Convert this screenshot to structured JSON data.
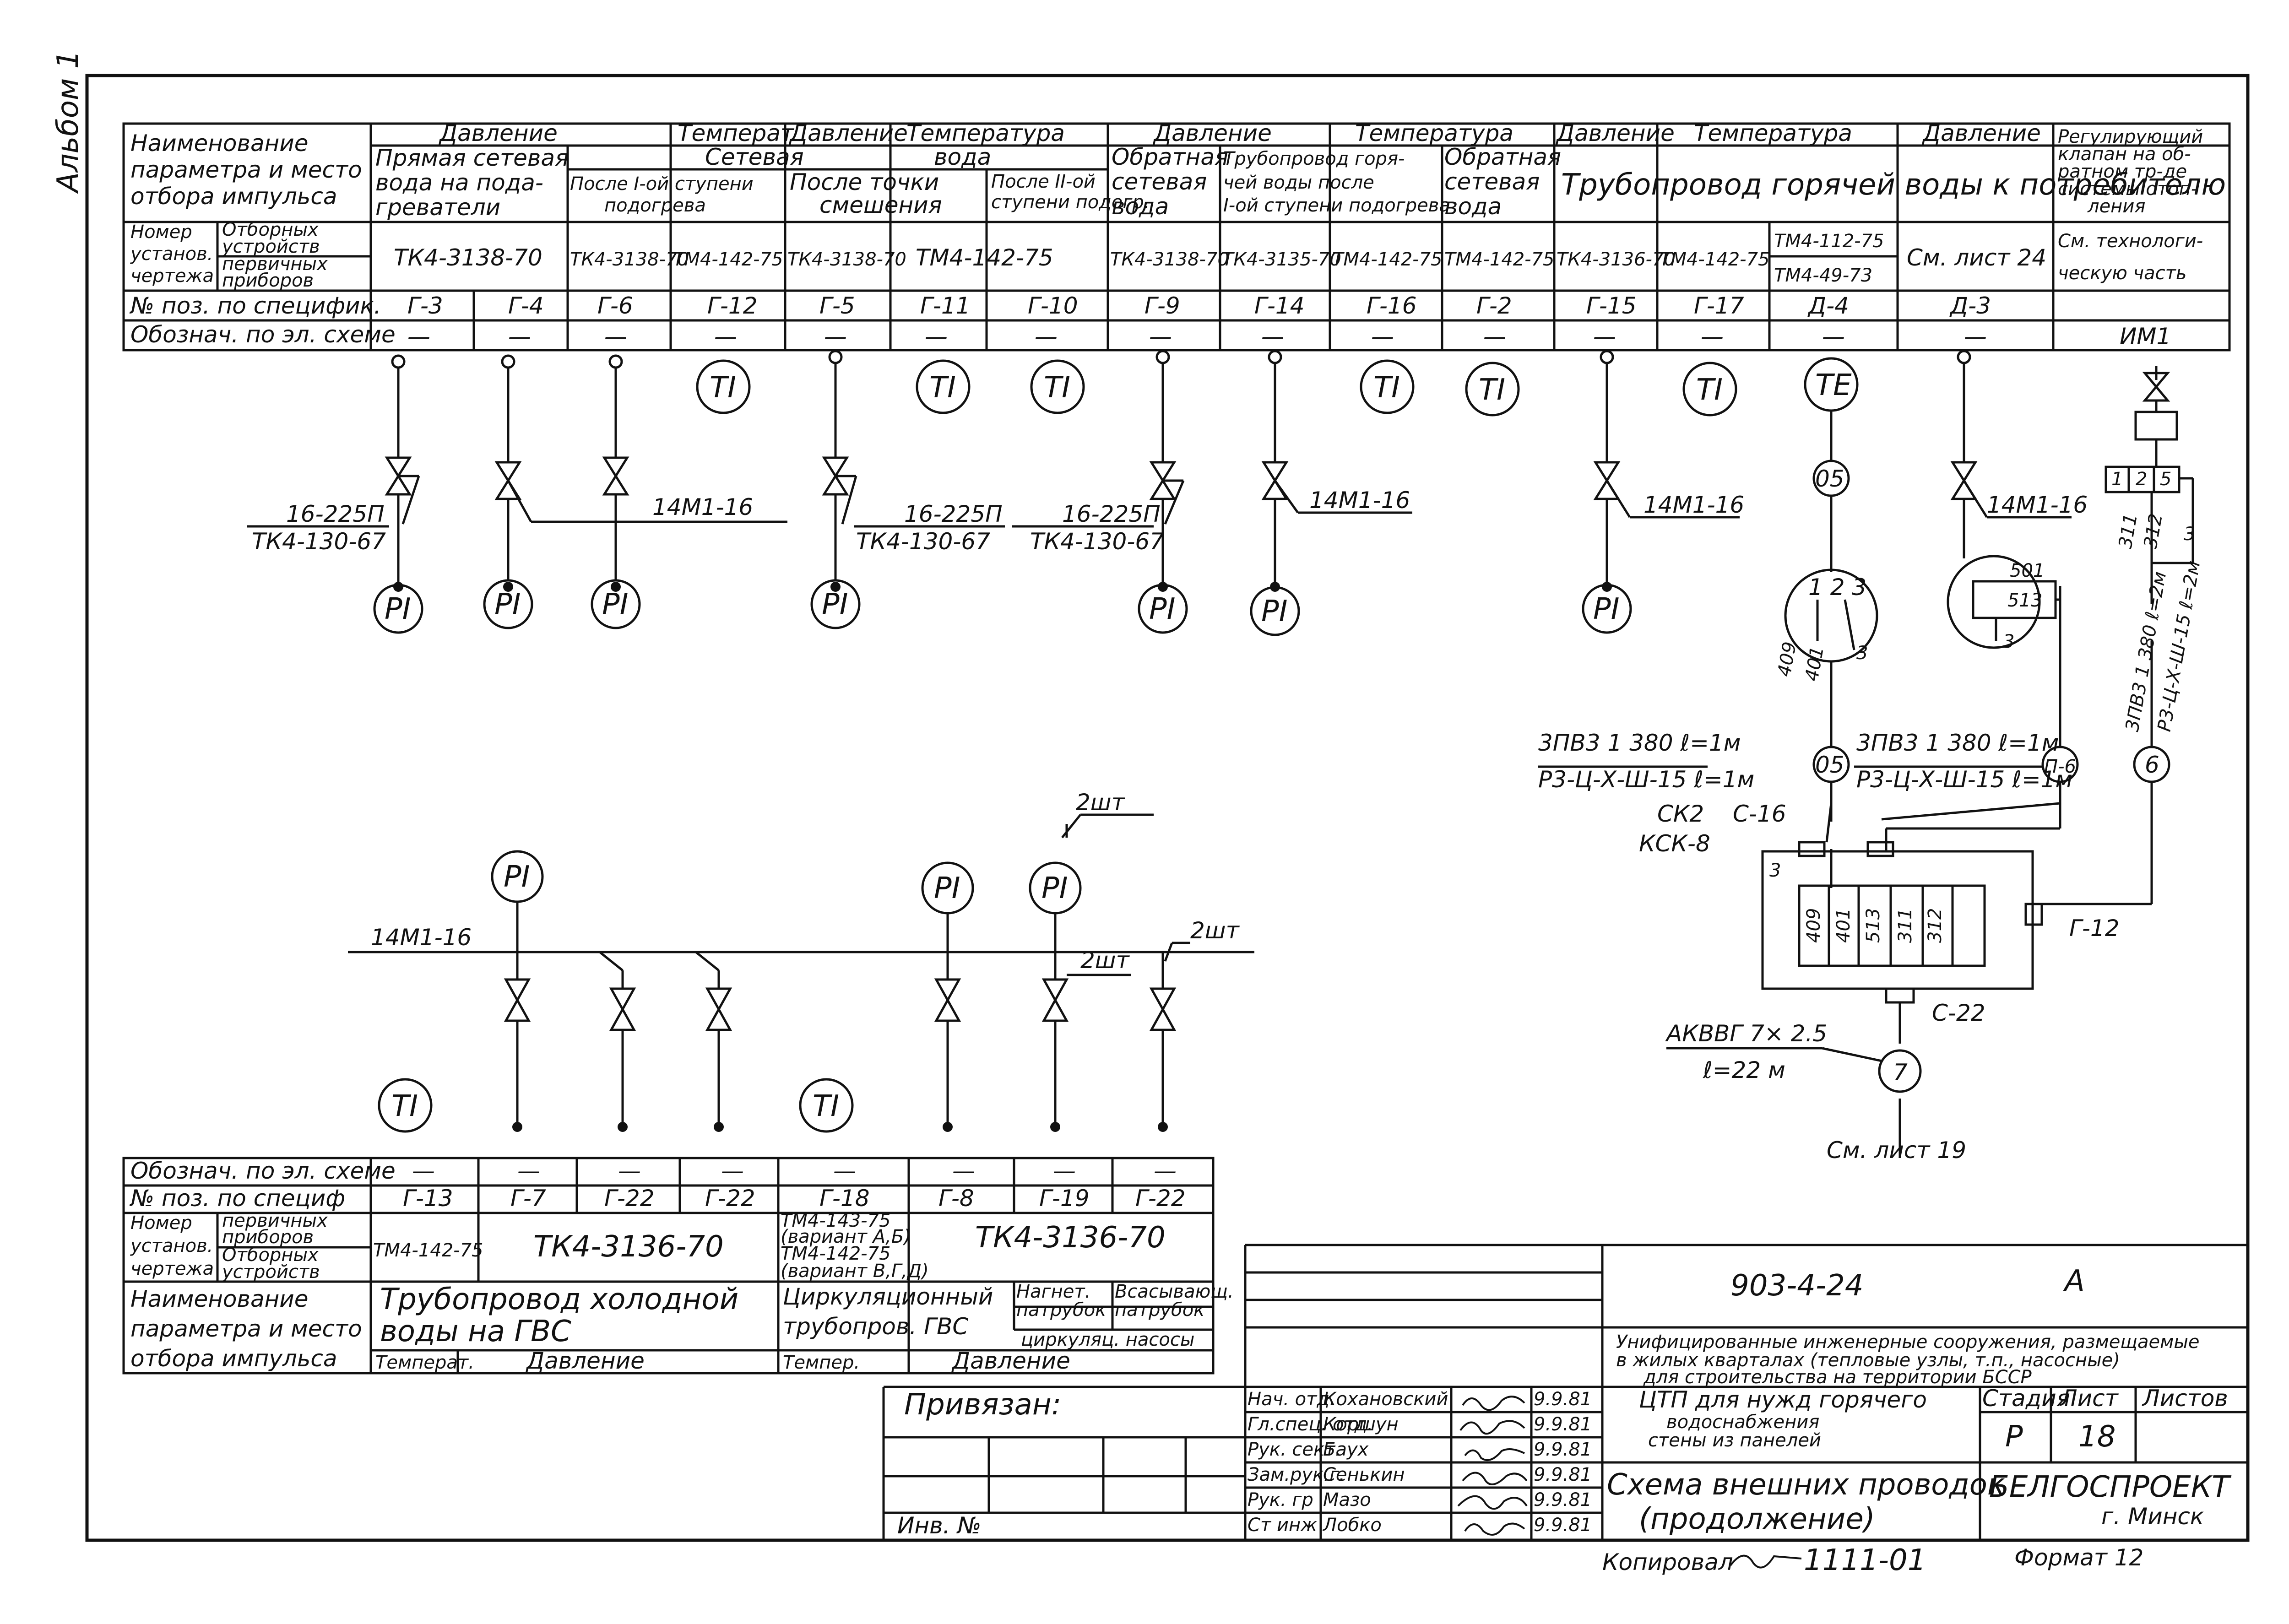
{
  "margin_label": "Альбом 1",
  "top_table": {
    "row_labels": {
      "name": [
        "Наименование",
        "параметра и место",
        "отбора импульса"
      ],
      "number_label": [
        "Номер",
        "установ.",
        "чертежа"
      ],
      "number_sub_top": [
        "Отборных",
        "устройств"
      ],
      "number_sub_bottom": [
        "первичных",
        "приборов"
      ],
      "pos": "№ поз. по специфик.",
      "designation": "Обознач. по эл. схеме"
    },
    "param_headers": [
      "Давление",
      "Температ",
      "Давление",
      "Температура",
      "Давление",
      "Температура",
      "Давление",
      "Температура",
      "Давление"
    ],
    "sub_headers": {
      "direct": [
        "Прямая сетевая",
        "вода на пода-",
        "греватели"
      ],
      "network": "Сетевая",
      "water": "вода",
      "after_stage1": [
        "После I-ой ступени",
        "подогрева"
      ],
      "after_mix": [
        "После точки",
        "смешения"
      ],
      "after_stage2": [
        "После II-ой",
        "ступени подогр."
      ],
      "return": [
        "Обратная",
        "сетевая",
        "вода"
      ],
      "pipe_hot": [
        "Трубопровод горя-",
        "чей воды после",
        "I-ой ступени подогрева"
      ],
      "return2": [
        "Обратная",
        "сетевая",
        "вода"
      ],
      "consumer": "Трубопровод горячей воды к потребителю",
      "valve": [
        "Регулирующий",
        "клапан на об-",
        "ратном тр-де",
        "системы отоп-",
        "ления"
      ]
    },
    "doc_numbers": [
      "ТК4-3138-70",
      "ТК4-3138-70",
      "ТМ4-142-75",
      "ТК4-3138-70",
      "ТМ4-142-75",
      "ТК4-3138-70",
      "ТК4-3135-70",
      "ТМ4-142-75",
      "ТМ4-142-75",
      "ТК4-3136-70",
      "ТМ4-142-75",
      "ТМ4-112-75",
      "ТМ4-49-73",
      "См. лист 24",
      "См. технологи-",
      "ческую часть"
    ],
    "positions": [
      "Г-3",
      "Г-4",
      "Г-6",
      "Г-12",
      "Г-5",
      "Г-11",
      "Г-10",
      "Г-9",
      "Г-14",
      "Г-16",
      "Г-2",
      "Г-15",
      "Г-17",
      "Д-4",
      "Д-3",
      ""
    ],
    "designations": [
      "—",
      "—",
      "—",
      "—",
      "—",
      "—",
      "—",
      "—",
      "—",
      "—",
      "—",
      "—",
      "—",
      "—",
      "—",
      "ИМ1"
    ]
  },
  "instruments": {
    "pi": "PI",
    "ti": "TI",
    "te": "TE"
  },
  "valve_labels": {
    "v1": "16-225П",
    "v1b": "ТК4-130-67",
    "v2": "14М1-16",
    "v3": "16-225П",
    "v3b": "ТК4-130-67",
    "v4": "16-225П",
    "v4b": "ТК4-130-67",
    "v5": "14М1-16",
    "v6": "14М1-16",
    "v7": "14М1-16"
  },
  "wiring": {
    "n05a": "05",
    "n05b": "05",
    "n6a": "6",
    "n6b": "П-6",
    "n7": "7",
    "t123": "1 2 3",
    "c409": "409",
    "c401": "401",
    "c3a": "3",
    "c501": "501",
    "c513": "513",
    "c3b": "3",
    "pin1": "1",
    "pin2": "2",
    "pin5": "5",
    "w311": "311",
    "w312": "312",
    "w3": "3",
    "cable1a": "3ПВ3 1 380  ℓ=1м",
    "cable1b": "Р3-Ц-Х-Ш-15  ℓ=1м",
    "cable2a": "3ПВ3 1 380  ℓ=1м",
    "cable2b": "Р3-Ц-Х-Ш-15  ℓ=1м",
    "cable3a": "3ПВ3 1 380  ℓ=2м",
    "cable3b": "Р3-Ц-Х-Ш-15  ℓ=2м",
    "ck2": "СК2",
    "kck": "КСК-8",
    "c16": "С-16",
    "g12": "Г-12",
    "c22": "С-22",
    "akvv": "АКВВГ 7× 2.5",
    "akvv_len": "ℓ=22 м",
    "see_sheet": "См. лист 19",
    "box_cells": [
      "409",
      "401",
      "513",
      "311",
      "312"
    ],
    "box_3": "3"
  },
  "lower": {
    "pipe_label": "14М1-16",
    "qty1": "2шт",
    "qty2": "2шт",
    "qty3": "2шт"
  },
  "bottom_table": {
    "designation": "Обознач. по эл. схеме",
    "pos": "№ поз. по специф",
    "number_label": [
      "Номер",
      "установ.",
      "чертежа"
    ],
    "sub_top": [
      "первичных",
      "приборов"
    ],
    "sub_bottom": [
      "Отборных",
      "устройств"
    ],
    "name": [
      "Наименование",
      "параметра и место",
      "отбора импульса"
    ],
    "designations": [
      "—",
      "—",
      "—",
      "—",
      "—",
      "—",
      "—",
      "—"
    ],
    "positions": [
      "Г-13",
      "Г-7",
      "Г-22",
      "Г-22",
      "Г-18",
      "Г-8",
      "Г-19",
      "Г-22"
    ],
    "doc1": "ТМ4-142-75",
    "doc2": "ТК4-3136-70",
    "doc3": [
      "ТМ4-143-75",
      "(вариант А,Б)",
      "ТМ4-142-75",
      "(вариант В,Г,Д)"
    ],
    "doc4": "ТК4-3136-70",
    "name1": [
      "Трубопровод холодной",
      "воды на ГВС"
    ],
    "name2": [
      "Циркуляционный",
      "трубопров. ГВС"
    ],
    "name3": [
      "Нагнет.",
      "патрубок"
    ],
    "name4": [
      "Всасывающ.",
      "патрубок"
    ],
    "name5": "циркуляц. насосы",
    "param1": "Температ.",
    "param2": "Давление",
    "param3": "Темпер.",
    "param4": "Давление"
  },
  "title_block": {
    "doc_code": "903-4-24",
    "sheet_letter": "А",
    "description": [
      "Унифицированные инженерные сооружения, размещаемые",
      "в жилых кварталах (тепловые узлы, т.п., насосные)",
      "для строительства на территории БССР"
    ],
    "project": [
      "ЦТП для нужд горячего",
      "водоснабжения",
      "стены из панелей"
    ],
    "drawing_title": [
      "Схема внешних проводок",
      "(продолжение)"
    ],
    "org": "БЕЛГОСПРОЕКТ",
    "city": "г. Минск",
    "stage_label": "Стадия",
    "sheet_label": "Лист",
    "sheets_label": "Листов",
    "stage": "Р",
    "sheet": "18",
    "bound": "Привязан:",
    "inv": "Инв. №",
    "roles": [
      "Нач. отд.",
      "Гл.спец. отд.",
      "Рук. сект.",
      "Зам.рук.г.",
      "Рук. гр",
      "Ст инж"
    ],
    "names": [
      "Кохановский",
      "Коршун",
      "Баух",
      "Сенькин",
      "Мазо",
      "Лобко"
    ],
    "dates": [
      "9.9.81",
      "9.9.81",
      "9.9.81",
      "9.9.81",
      "9.9.81",
      "9.9.81"
    ],
    "copied": "Копировал",
    "copy_no": "1111-01",
    "format": "Формат 12"
  }
}
